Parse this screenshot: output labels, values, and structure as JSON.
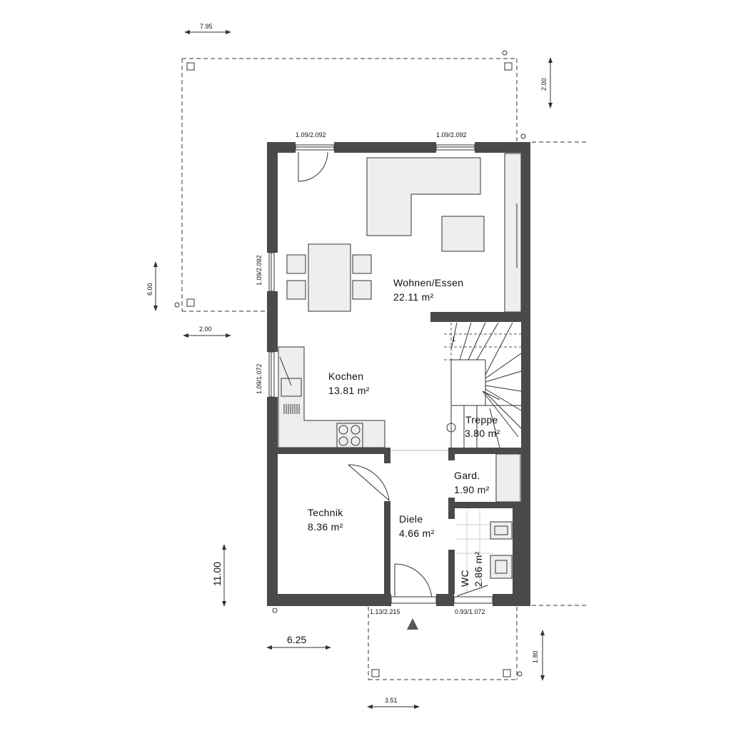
{
  "rooms": {
    "wohnen": {
      "name": "Wohnen/Essen",
      "area": "22.11 m²"
    },
    "kochen": {
      "name": "Kochen",
      "area": "13.81 m²"
    },
    "treppe": {
      "name": "Treppe",
      "area": "3.80 m²"
    },
    "gard": {
      "name": "Gard.",
      "area": "1.90 m²"
    },
    "technik": {
      "name": "Technik",
      "area": "8.36 m²"
    },
    "diele": {
      "name": "Diele",
      "area": "4.66 m²"
    },
    "wc": {
      "name": "WC",
      "area": "2.86 m²"
    }
  },
  "windows": {
    "top_left": "1.09/2.092",
    "top_right": "1.09/2.092",
    "left_upper": "1.09/2.092",
    "left_lower": "1.09/1.072",
    "bottom_door": "1.13/2.215",
    "bottom_wc": "0.93/1.072"
  },
  "dimensions": {
    "terrace_width": "7.95",
    "terrace_depth_right": "2.00",
    "terrace_depth_left": "6.00",
    "terrace_step": "2.00",
    "house_length": "11.00",
    "house_width": "6.25",
    "entry_depth": "1.80",
    "entry_width": "3.51"
  },
  "stair_marker": "1"
}
